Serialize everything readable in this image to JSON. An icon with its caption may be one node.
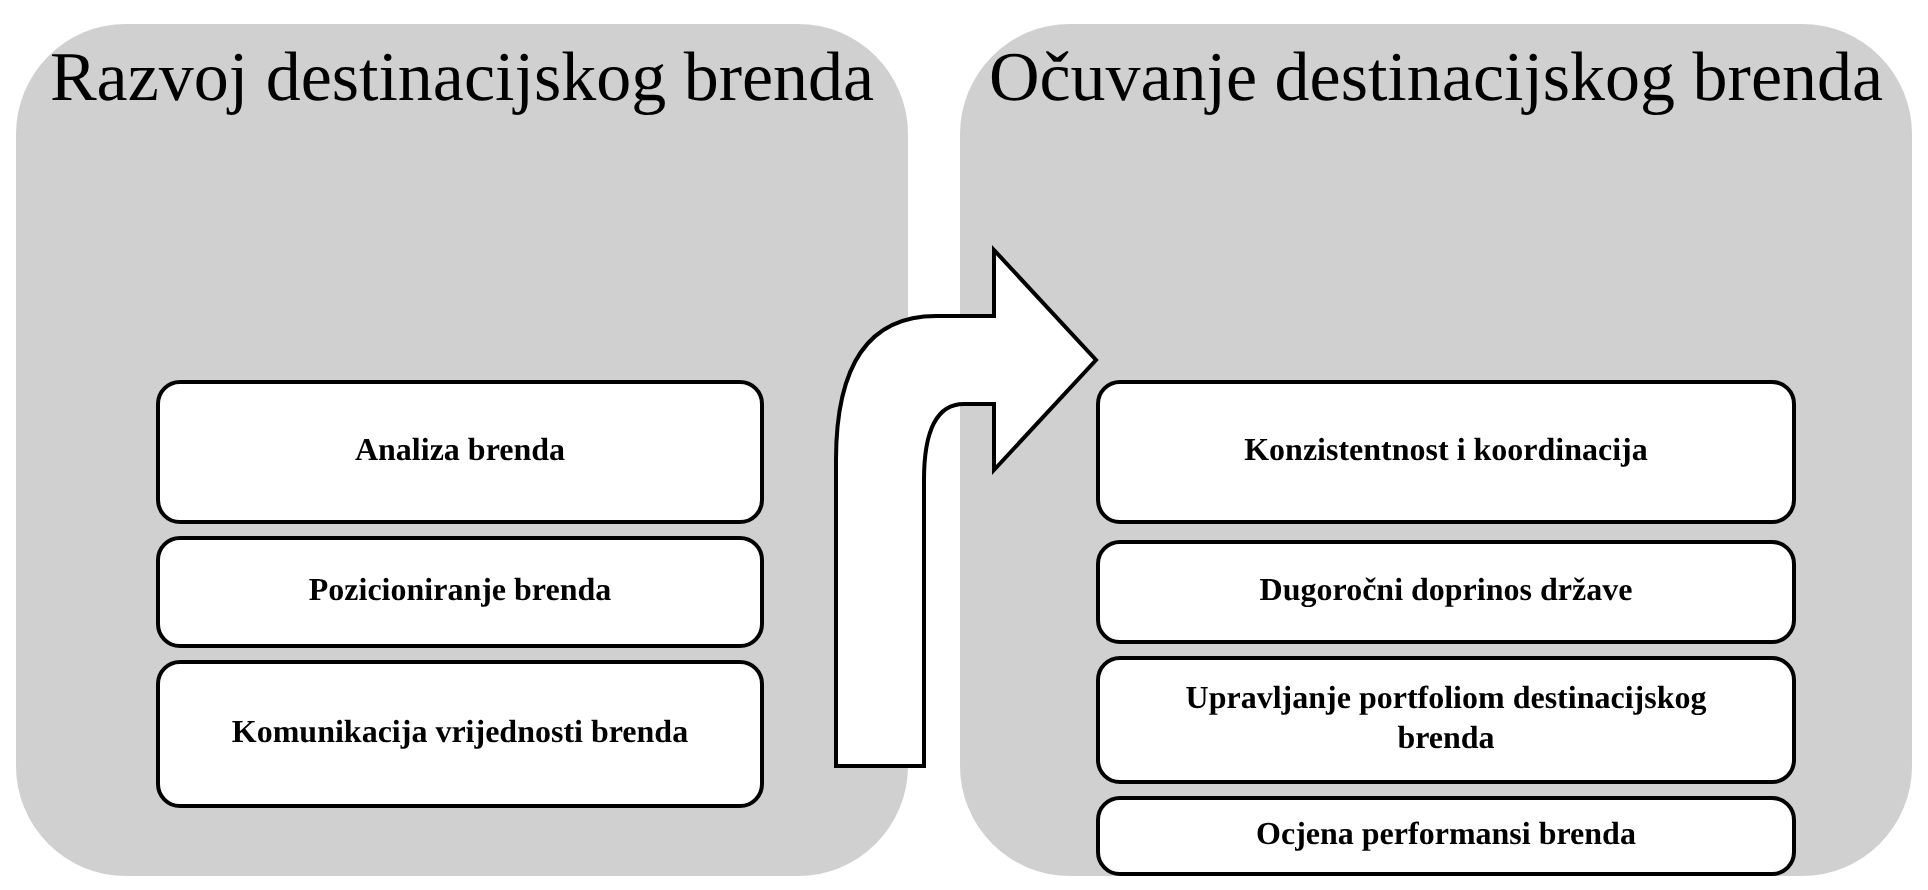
{
  "diagram": {
    "nodes": [
      {
        "text": [
          "Razvoj destinacijskog brenda"
        ]
      },
      {
        "text": [
          "Analiza brenda"
        ],
        "in": 0
      },
      {
        "text": [
          "Pozicioniranje brenda"
        ],
        "in": 0
      },
      {
        "text": [
          "Komunikacija vrijednosti brenda"
        ],
        "in": 0
      },
      {
        "text": [
          "Očuvanje destinacijskog brenda"
        ]
      },
      {
        "text": [
          "Konzistentnost i koordinacija"
        ],
        "in": 4
      },
      {
        "text": [
          "Dugoročni doprinos države"
        ],
        "in": 4
      },
      {
        "text": [
          "Upravljanje portfoliom destinacijskog brenda"
        ],
        "in": 4
      },
      {
        "text": [
          "Ocjena performansi brenda"
        ],
        "in": 4
      }
    ],
    "edges": [
      {
        "from": 0,
        "to": 4,
        "arrow": "to"
      }
    ]
  }
}
